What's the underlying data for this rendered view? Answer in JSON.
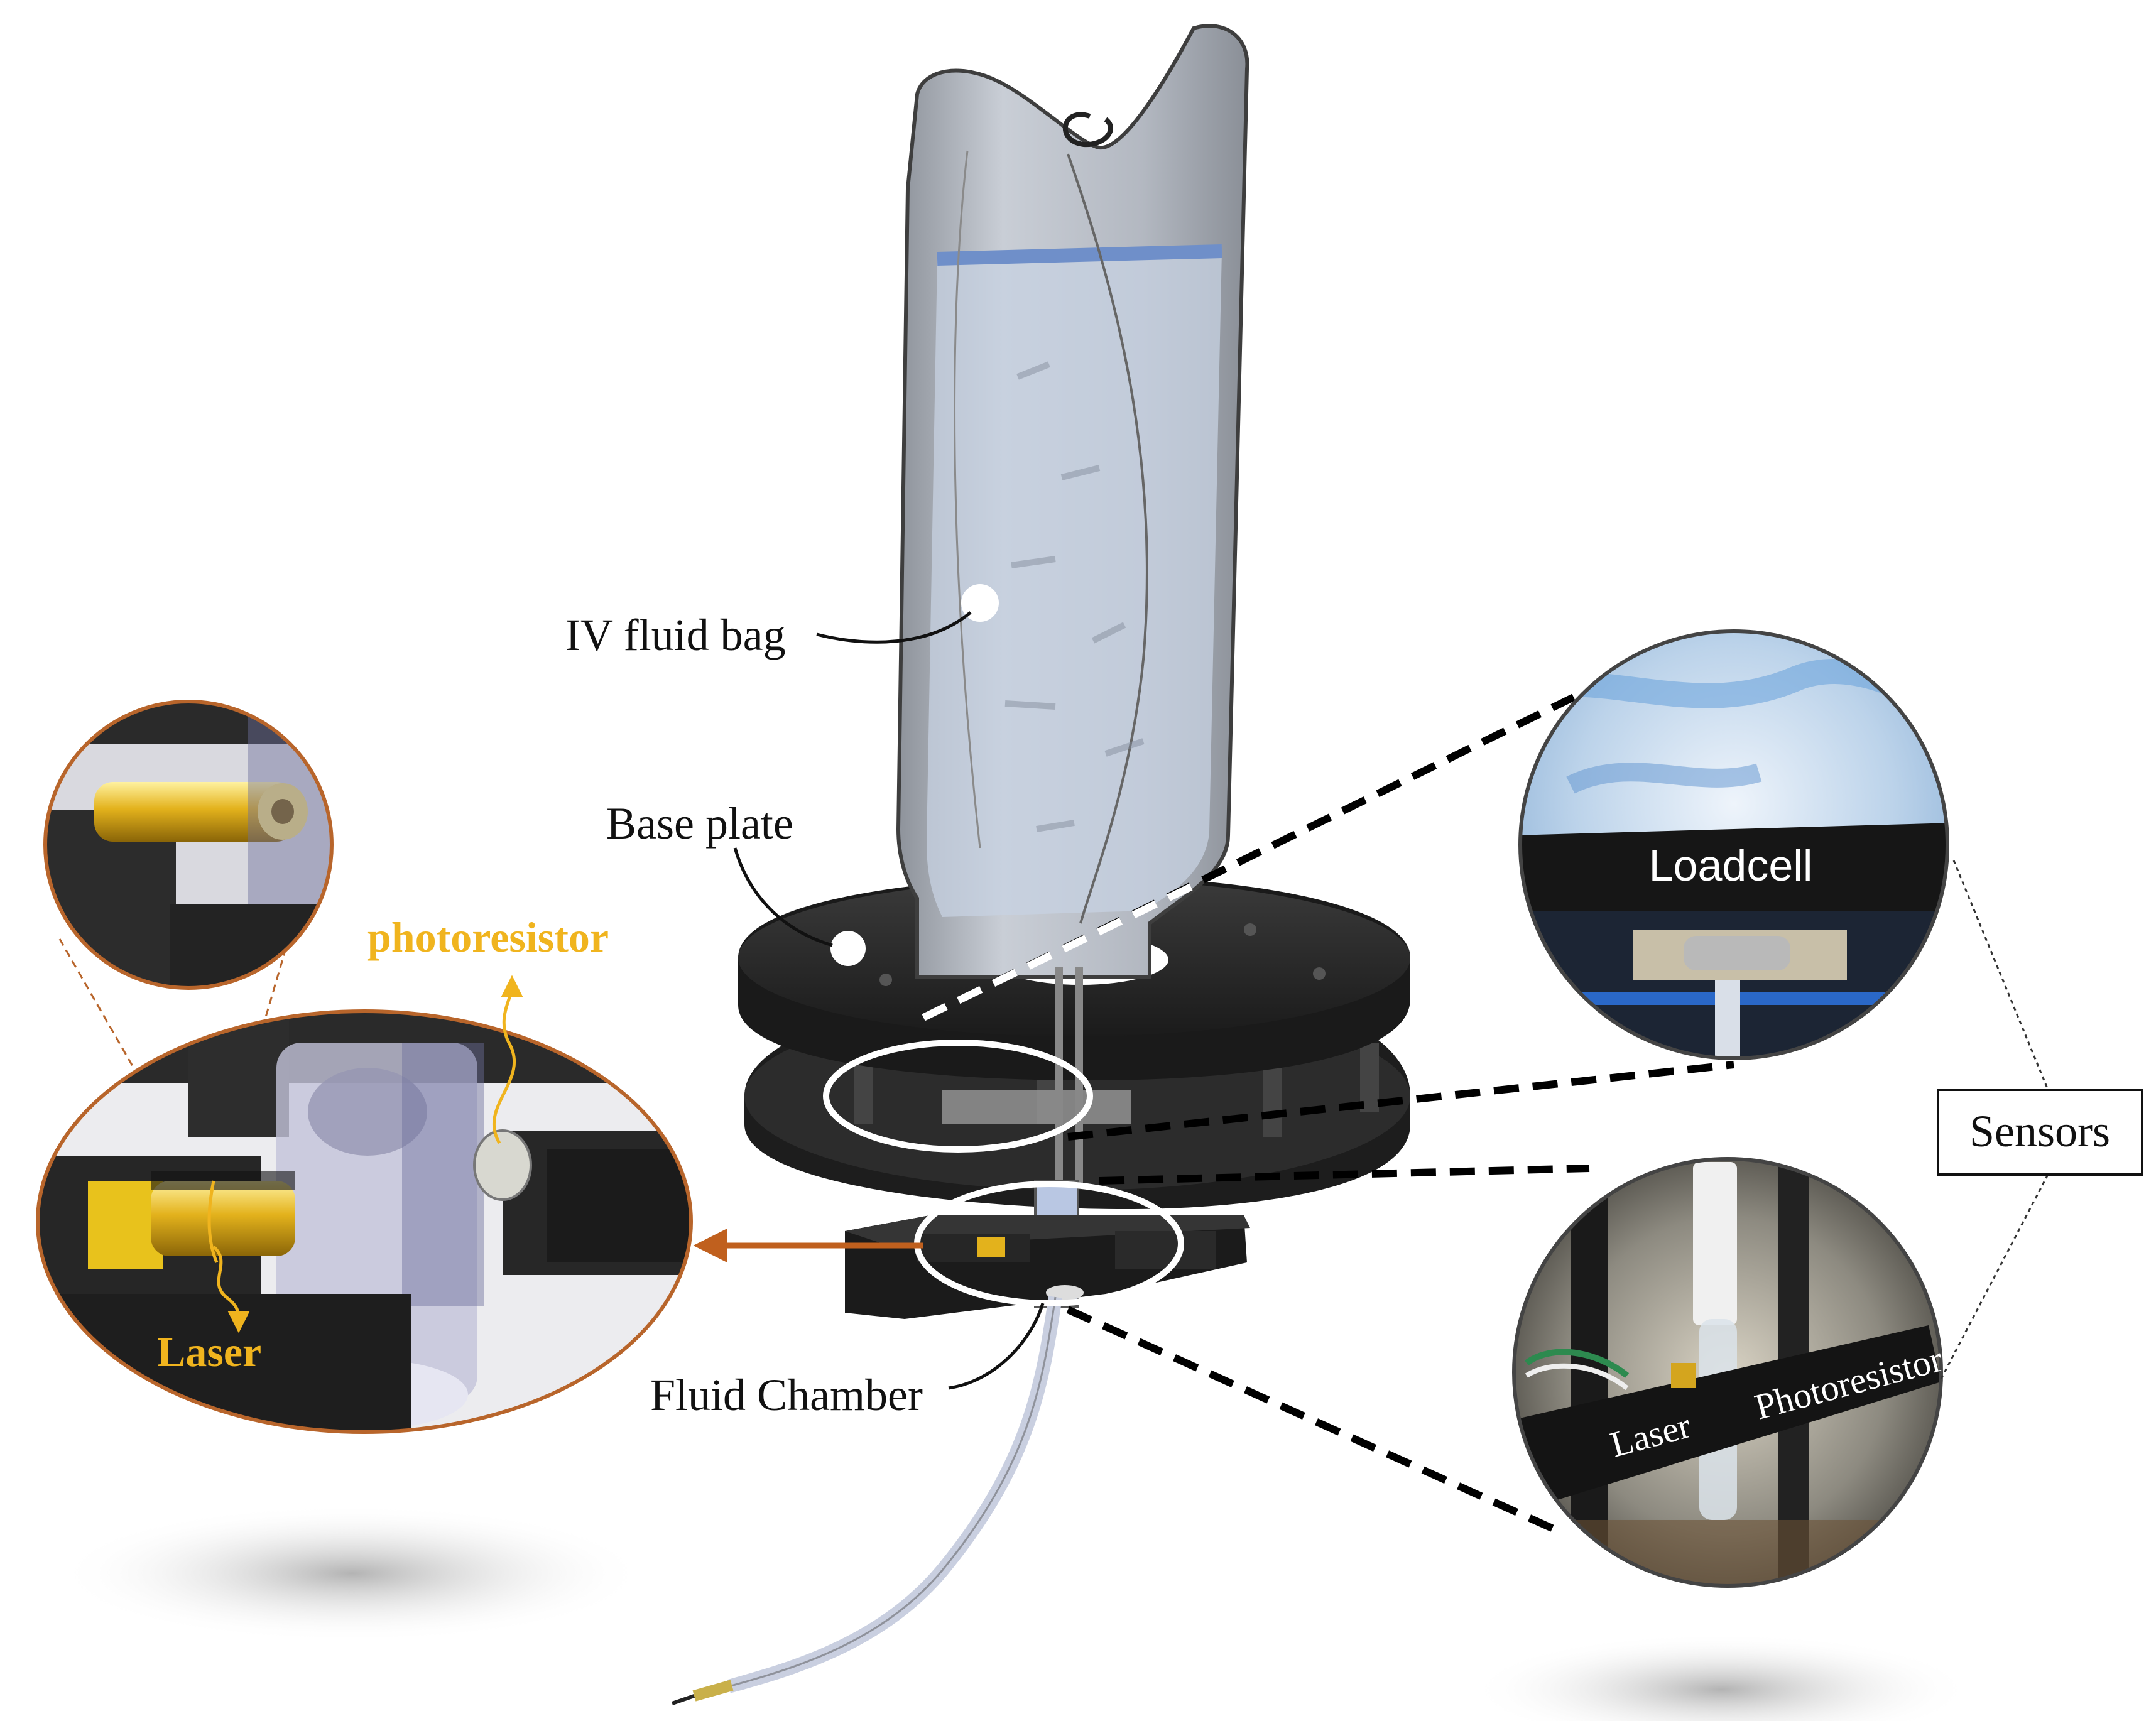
{
  "labels": {
    "iv_fluid_bag": "IV fluid bag",
    "base_plate": "Base plate",
    "photoresistor": "photoresistor",
    "laser": "Laser",
    "fluid_chamber": "Fluid Chamber",
    "sensors": "Sensors",
    "loadcell": "Loadcell",
    "photo_laser": "Laser",
    "photo_photoresistor": "Photoresistor"
  },
  "colors": {
    "label_gold": "#f0b41e",
    "arrow_orange": "#c0601e",
    "inset_ring": "#b8652b",
    "plate_black": "#1f1f1f",
    "bag_grey": "#a9aeb6",
    "liquid_blue": "#8fa6cf"
  }
}
